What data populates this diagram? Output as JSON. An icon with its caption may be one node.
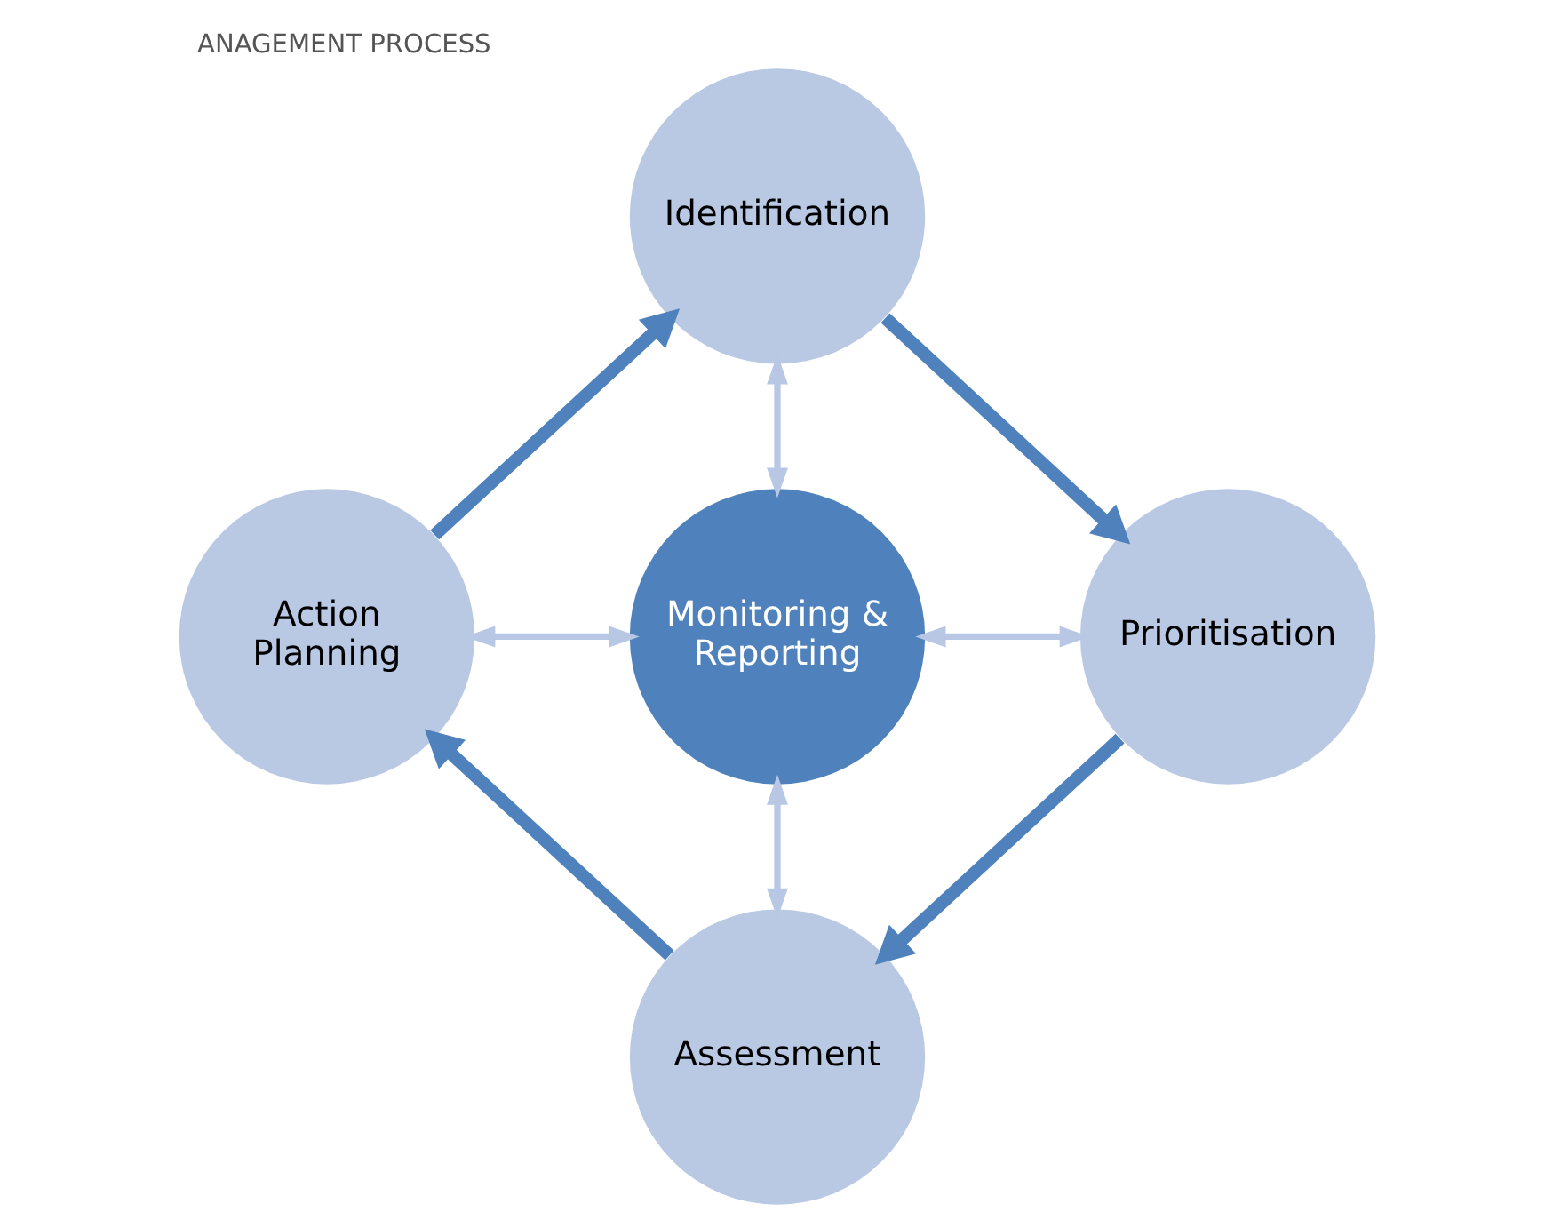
{
  "diagram": {
    "title": "ANAGEMENT PROCESS",
    "nodes": [
      {
        "text": [
          "Identification"
        ]
      },
      {
        "text": [
          "Action Planning"
        ]
      },
      {
        "text": [
          "Monitoring & Reporting"
        ]
      },
      {
        "text": [
          "Prioritisation"
        ]
      },
      {
        "text": [
          "Assessment"
        ]
      }
    ],
    "edges": [
      {
        "from": 0,
        "to": 3,
        "arrow": "to",
        "style": "thick"
      },
      {
        "from": 3,
        "to": 4,
        "arrow": "to",
        "style": "thick"
      },
      {
        "from": 4,
        "to": 1,
        "arrow": "to",
        "style": "thick"
      },
      {
        "from": 1,
        "to": 0,
        "arrow": "to",
        "style": "thick"
      },
      {
        "from": 2,
        "to": 0,
        "arrow": "both",
        "color": "#b8c7e3"
      },
      {
        "from": 2,
        "to": 1,
        "arrow": "both",
        "color": "#b8c7e3"
      },
      {
        "from": 2,
        "to": 3,
        "arrow": "both",
        "color": "#b8c7e3"
      },
      {
        "from": 2,
        "to": 4,
        "arrow": "both",
        "color": "#b8c7e3"
      }
    ]
  }
}
